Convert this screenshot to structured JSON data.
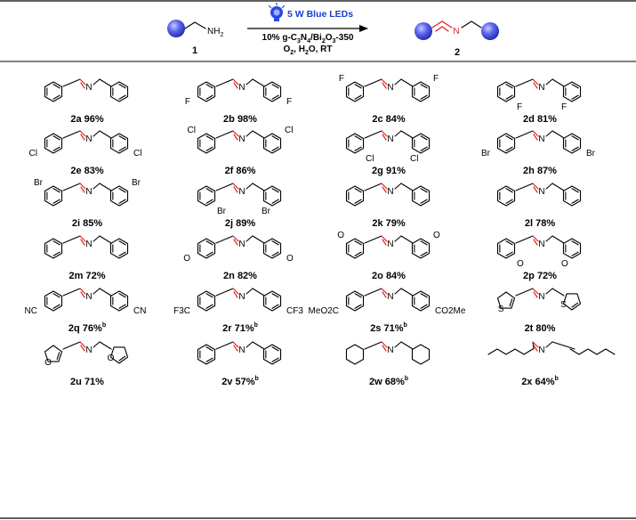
{
  "scheme": {
    "reactant_label": "1",
    "product_label": "2",
    "amine_group": "NH",
    "amine_sub": "2",
    "led_text": "5 W Blue LEDs",
    "catalyst": {
      "pre": "10% g-C",
      "s1": "3",
      "mid": "N",
      "s2": "4",
      "mid2": "/Bi",
      "s3": "2",
      "mid3": "O",
      "s4": "3",
      "post": "-350"
    },
    "conditions2": {
      "a": "O",
      "s1": "2",
      "b": ", H",
      "s2": "2",
      "c": "O, RT"
    },
    "imine_atom": "N",
    "colors": {
      "imine": "#e02020",
      "ball": "#4a55e6",
      "led": "#1a3fd1"
    }
  },
  "compounds": [
    {
      "id": "2a",
      "yield": "96%",
      "note": "",
      "aryl": "phenyl",
      "sub_left": "",
      "sub_right": ""
    },
    {
      "id": "2b",
      "yield": "98%",
      "note": "",
      "aryl": "phenyl",
      "sub_left": "F",
      "sub_right": "F"
    },
    {
      "id": "2c",
      "yield": "84%",
      "note": "",
      "aryl": "phenyl",
      "sub_left": "F",
      "sub_right": "F"
    },
    {
      "id": "2d",
      "yield": "81%",
      "note": "",
      "aryl": "phenyl",
      "sub_left": "F",
      "sub_right": "F"
    },
    {
      "id": "2e",
      "yield": "83%",
      "note": "",
      "aryl": "phenyl",
      "sub_left": "Cl",
      "sub_right": "Cl"
    },
    {
      "id": "2f",
      "yield": "86%",
      "note": "",
      "aryl": "phenyl",
      "sub_left": "Cl",
      "sub_right": "Cl"
    },
    {
      "id": "2g",
      "yield": "91%",
      "note": "",
      "aryl": "phenyl",
      "sub_left": "Cl",
      "sub_right": "Cl"
    },
    {
      "id": "2h",
      "yield": "87%",
      "note": "",
      "aryl": "phenyl",
      "sub_left": "Br",
      "sub_right": "Br"
    },
    {
      "id": "2i",
      "yield": "85%",
      "note": "",
      "aryl": "phenyl",
      "sub_left": "Br",
      "sub_right": "Br"
    },
    {
      "id": "2j",
      "yield": "89%",
      "note": "",
      "aryl": "phenyl",
      "sub_left": "Br",
      "sub_right": "Br"
    },
    {
      "id": "2k",
      "yield": "79%",
      "note": "",
      "aryl": "phenyl",
      "sub_left": "",
      "sub_right": ""
    },
    {
      "id": "2l",
      "yield": "78%",
      "note": "",
      "aryl": "phenyl",
      "sub_left": "",
      "sub_right": ""
    },
    {
      "id": "2m",
      "yield": "72%",
      "note": "",
      "aryl": "phenyl",
      "sub_left": "",
      "sub_right": ""
    },
    {
      "id": "2n",
      "yield": "82%",
      "note": "",
      "aryl": "phenyl",
      "sub_left": "O",
      "sub_right": "O"
    },
    {
      "id": "2o",
      "yield": "84%",
      "note": "",
      "aryl": "phenyl",
      "sub_left": "O",
      "sub_right": "O"
    },
    {
      "id": "2p",
      "yield": "72%",
      "note": "",
      "aryl": "phenyl",
      "sub_left": "O",
      "sub_right": "O"
    },
    {
      "id": "2q",
      "yield": "76%",
      "note": "b",
      "aryl": "phenyl",
      "sub_left": "NC",
      "sub_right": "CN"
    },
    {
      "id": "2r",
      "yield": "71%",
      "note": "b",
      "aryl": "phenyl",
      "sub_left": "F3C",
      "sub_right": "CF3"
    },
    {
      "id": "2s",
      "yield": "71%",
      "note": "b",
      "aryl": "phenyl",
      "sub_left": "MeO2C",
      "sub_right": "CO2Me"
    },
    {
      "id": "2t",
      "yield": "80%",
      "note": "",
      "aryl": "thienyl",
      "sub_left": "S",
      "sub_right": "S"
    },
    {
      "id": "2u",
      "yield": "71%",
      "note": "",
      "aryl": "furyl",
      "sub_left": "O",
      "sub_right": "O"
    },
    {
      "id": "2v",
      "yield": "57%",
      "note": "b",
      "aryl": "phenethyl",
      "sub_left": "",
      "sub_right": ""
    },
    {
      "id": "2w",
      "yield": "68%",
      "note": "b",
      "aryl": "cyclohexyl",
      "sub_left": "",
      "sub_right": ""
    },
    {
      "id": "2x",
      "yield": "64%",
      "note": "b",
      "aryl": "hexyl",
      "sub_left": "",
      "sub_right": ""
    }
  ]
}
